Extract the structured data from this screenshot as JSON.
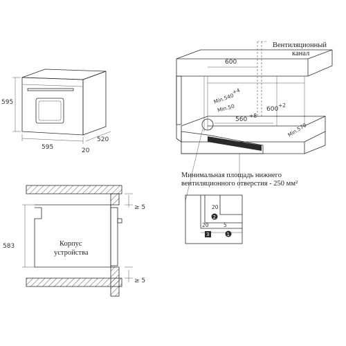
{
  "oven": {
    "height": "595",
    "width": "595",
    "depth": "520",
    "door": "20"
  },
  "niche": {
    "width": "600",
    "vent_channel": [
      "Вентиляционный",
      "канал"
    ],
    "min_540": "Min.540",
    "min_540_sup": "+4",
    "min_50": "Min.50",
    "height_600": "600",
    "height_600_sup": "+2",
    "width_560": "560",
    "width_560_sup": "+8",
    "depth_min_570": "Min.570",
    "vent_note": [
      "Минимальная площадь нижнего",
      "вентиляционного отверстия - 250 мм²"
    ]
  },
  "section": {
    "height": "583",
    "gap_top": "≥ 5",
    "gap_bottom": "≥ 5",
    "body_label": [
      "Корпус",
      "устройства"
    ]
  },
  "detail": {
    "d1": "20",
    "d2": "20",
    "d3": "5",
    "marks": [
      "1",
      "2",
      "3"
    ]
  }
}
